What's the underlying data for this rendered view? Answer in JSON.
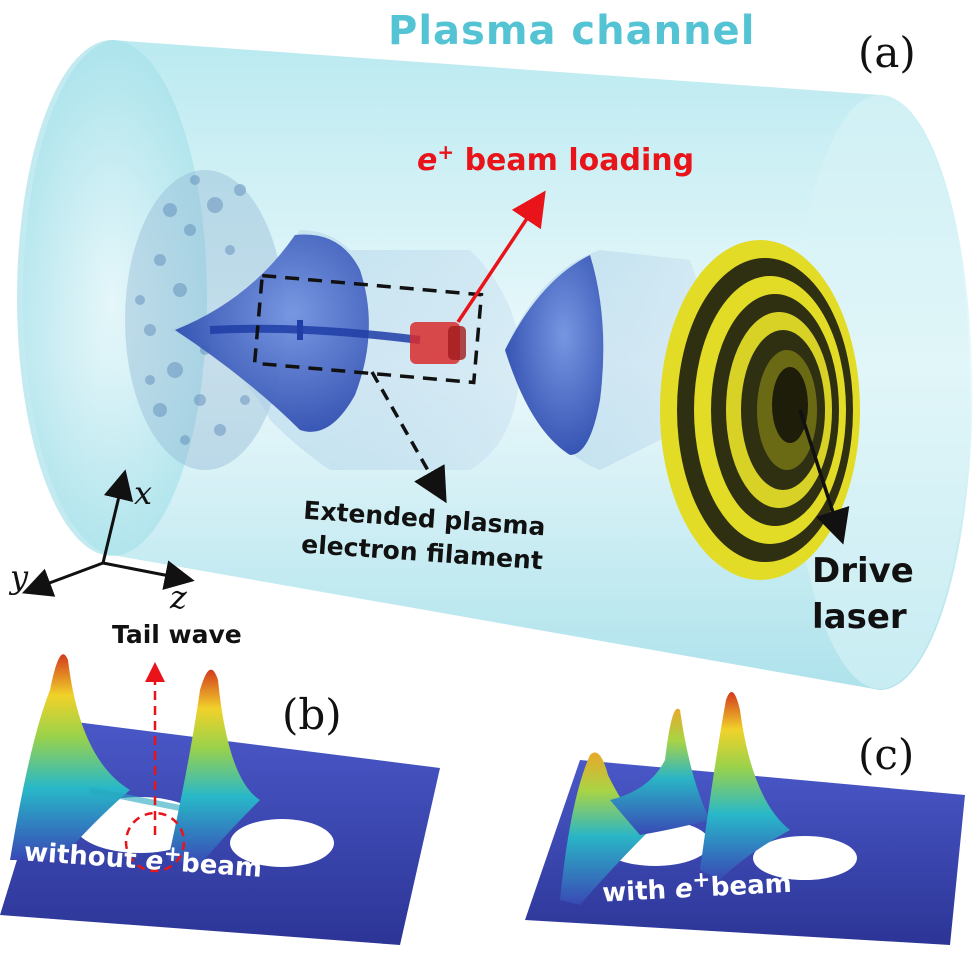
{
  "figure": {
    "title": "Plasma channel",
    "panel_a_label": "(a)",
    "panel_b_label": "(b)",
    "panel_c_label": "(c)"
  },
  "labels": {
    "positron_prefix": "e",
    "positron_sup": "+",
    "beam_loading": " beam loading",
    "filament_line1": "Extended plasma",
    "filament_line2": "electron filament",
    "drive_line1": "Drive",
    "drive_line2": "laser",
    "tail_wave": "Tail wave",
    "without_prefix": "without ",
    "without_ep": "e",
    "without_sup": "+",
    "without_suffix": "beam",
    "with_prefix": "with ",
    "with_ep": "e",
    "with_sup": "+",
    "with_suffix": "beam"
  },
  "axes": {
    "x": "x",
    "y": "y",
    "z": "z"
  },
  "colors": {
    "channel": "#c9eef3",
    "title": "#54c3d3",
    "positron": "#e8141a",
    "bubble": "#2f5fc4",
    "laser_ring_yellow": "#e2dc26",
    "laser_ring_dark": "#2f2f12",
    "surface_base": "#3a46b8"
  }
}
